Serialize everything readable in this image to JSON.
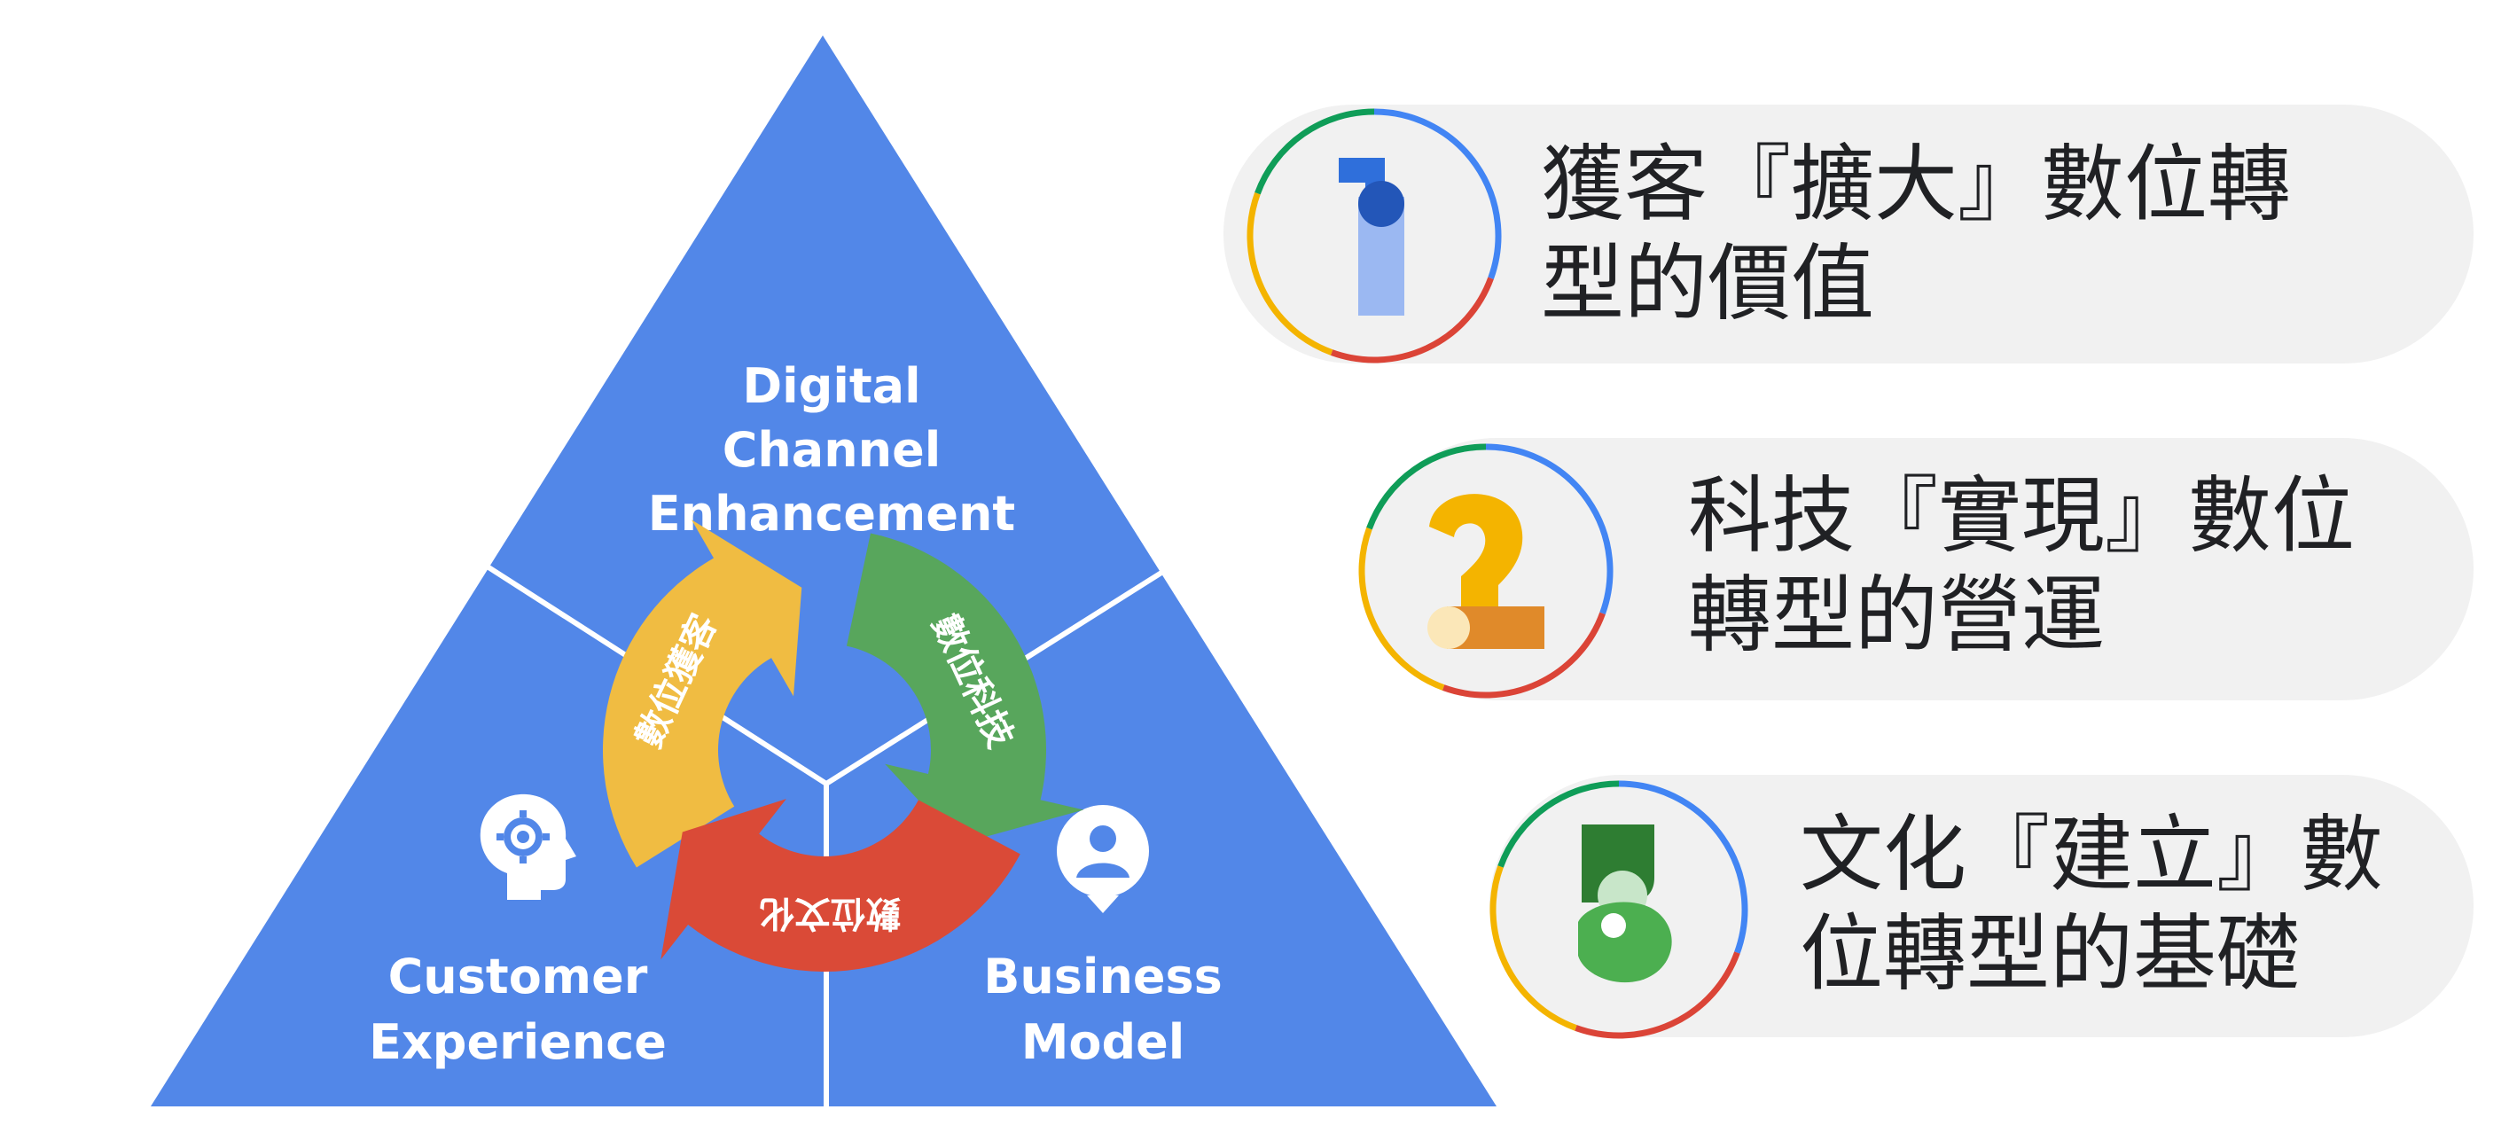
{
  "colors": {
    "triangle": "#5287E8",
    "divider": "#FFFFFF",
    "pill": "#F1F1F1",
    "blue": "#4285F4",
    "red": "#DB4437",
    "yellow": "#F4B400",
    "green": "#0F9D58",
    "arrow_yellow": "#F0BC42",
    "arrow_green": "#58A65C",
    "arrow_red": "#DA4A37",
    "text": "#202124"
  },
  "triangle": {
    "top_section": {
      "label_lines": [
        "Digital",
        "Channel",
        "Enhancement"
      ]
    },
    "left_section": {
      "label_lines": [
        "Customer",
        "Experience"
      ],
      "icon": "head-gear-icon"
    },
    "right_section": {
      "label_lines": [
        "Business",
        "Model"
      ],
      "icon": "user-pin-icon"
    }
  },
  "cycle": {
    "arrows": [
      {
        "label": "數位獲客",
        "color": "arrow_yellow"
      },
      {
        "label": "數位科技",
        "color": "arrow_green"
      },
      {
        "label": "數位文化",
        "color": "arrow_red"
      }
    ]
  },
  "pillars": [
    {
      "number": "1",
      "lines": [
        "獲客『擴大』數位轉",
        "型的價值"
      ]
    },
    {
      "number": "2",
      "lines": [
        "科技『實現』數位",
        "轉型的營運"
      ]
    },
    {
      "number": "3",
      "lines": [
        "文化『建立』數",
        "位轉型的基礎"
      ]
    }
  ]
}
